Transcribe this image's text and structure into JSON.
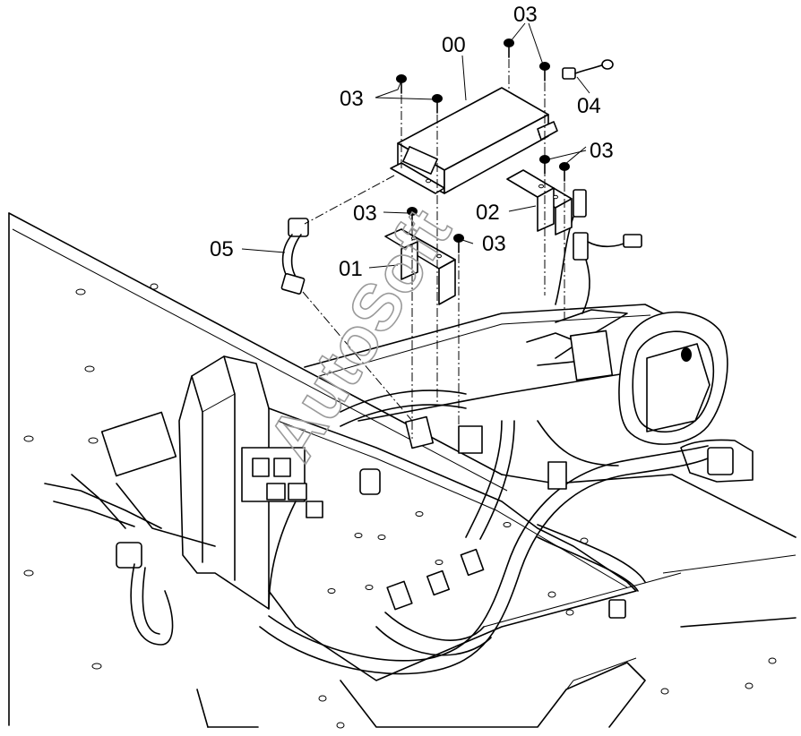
{
  "watermark": "AutoSoft",
  "callouts": [
    {
      "id": "00",
      "text": "00"
    },
    {
      "id": "01",
      "text": "01"
    },
    {
      "id": "02",
      "text": "02"
    },
    {
      "id": "03a",
      "text": "03"
    },
    {
      "id": "03b",
      "text": "03"
    },
    {
      "id": "03c",
      "text": "03"
    },
    {
      "id": "03d",
      "text": "03"
    },
    {
      "id": "03e",
      "text": "03"
    },
    {
      "id": "04",
      "text": "04"
    },
    {
      "id": "05",
      "text": "05"
    }
  ],
  "colors": {
    "line": "#000000",
    "background": "#ffffff",
    "watermark": "#9a9a9a"
  }
}
